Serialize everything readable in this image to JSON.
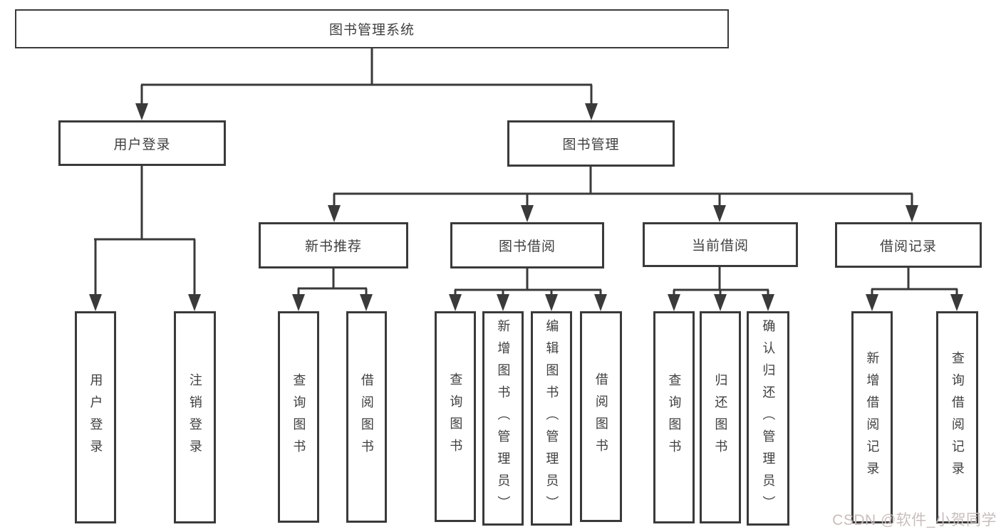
{
  "tree": {
    "root": "图书管理系统",
    "branches": [
      {
        "label": "用户登录",
        "leaves": [
          "用户登录",
          "注销登录"
        ]
      },
      {
        "label": "图书管理",
        "sections": [
          {
            "label": "新书推荐",
            "leaves": [
              "查询图书",
              "借阅图书"
            ]
          },
          {
            "label": "图书借阅",
            "leaves": [
              "查询图书",
              "新增图书（管理员）",
              "编辑图书（管理员）",
              "借阅图书"
            ]
          },
          {
            "label": "当前借阅",
            "leaves": [
              "查询图书",
              "归还图书",
              "确认归还（管理员）"
            ]
          },
          {
            "label": "借阅记录",
            "leaves": [
              "新增借阅记录",
              "查询借阅记录"
            ]
          }
        ]
      }
    ]
  },
  "watermark": "CSDN @软件_小贺同学",
  "colors": {
    "line": "#3a3a3a",
    "text": "#3f3f3f",
    "watermark": "#c9bdbd",
    "background": "#ffffff"
  }
}
